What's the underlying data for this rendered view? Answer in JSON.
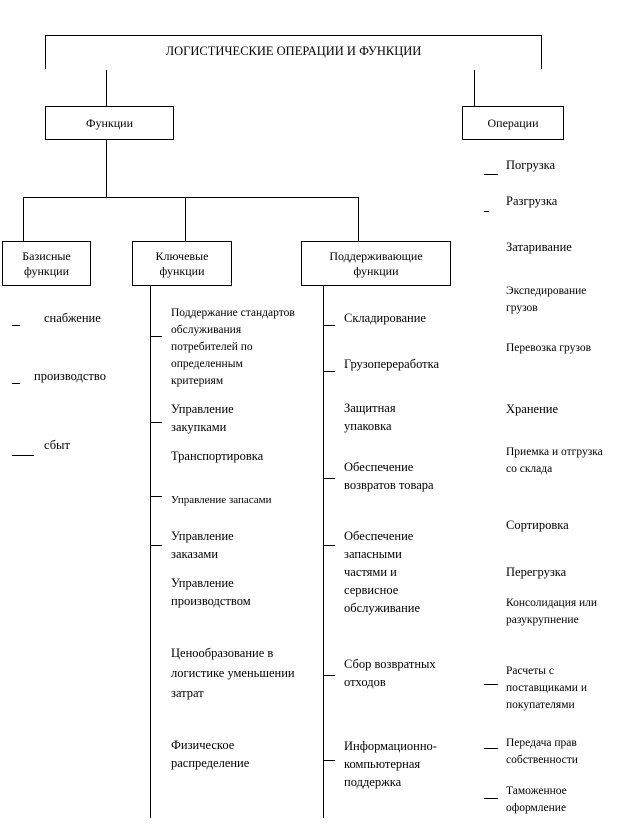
{
  "title": "ЛОГИСТИЧЕСКИЕ ОПЕРАЦИИ И ФУНКЦИИ",
  "functions_label": "Функции",
  "operations_label": "Операции",
  "basic": {
    "label": "Базисные функции",
    "items": [
      "снабжение",
      "производство",
      "сбыт"
    ]
  },
  "key": {
    "label": "Ключевые функции",
    "items": [
      "Поддержание стандартов обслуживания потребителей по определенным критериям",
      "Управление закупками",
      "Транспортировка",
      "Управление запасами",
      "Управление заказами",
      "Управление производством",
      "Ценообразование в логистике уменьшении затрат",
      "Физическое распределение"
    ]
  },
  "support": {
    "label": "Поддерживающие функции",
    "items": [
      "Складирование",
      "Грузопереработка",
      "Защитная упаковка",
      "Обеспечение возвратов товара",
      "Обеспечение запасными частями и сервисное обслуживание",
      "Сбор возвратных отходов",
      "Информационно-компьютерная поддержка"
    ]
  },
  "operations": {
    "items": [
      "Погрузка",
      "Разгрузка",
      "Затаривание",
      "Экспедирование грузов",
      "Перевозка грузов",
      "Хранение",
      "Приемка и отгрузка со склада",
      "Сортировка",
      "Перегрузка",
      "Консолидация или разукрупнение",
      "Расчеты с поставщиками и покупателями",
      "Передача прав собственности",
      "Таможенное оформление"
    ]
  }
}
